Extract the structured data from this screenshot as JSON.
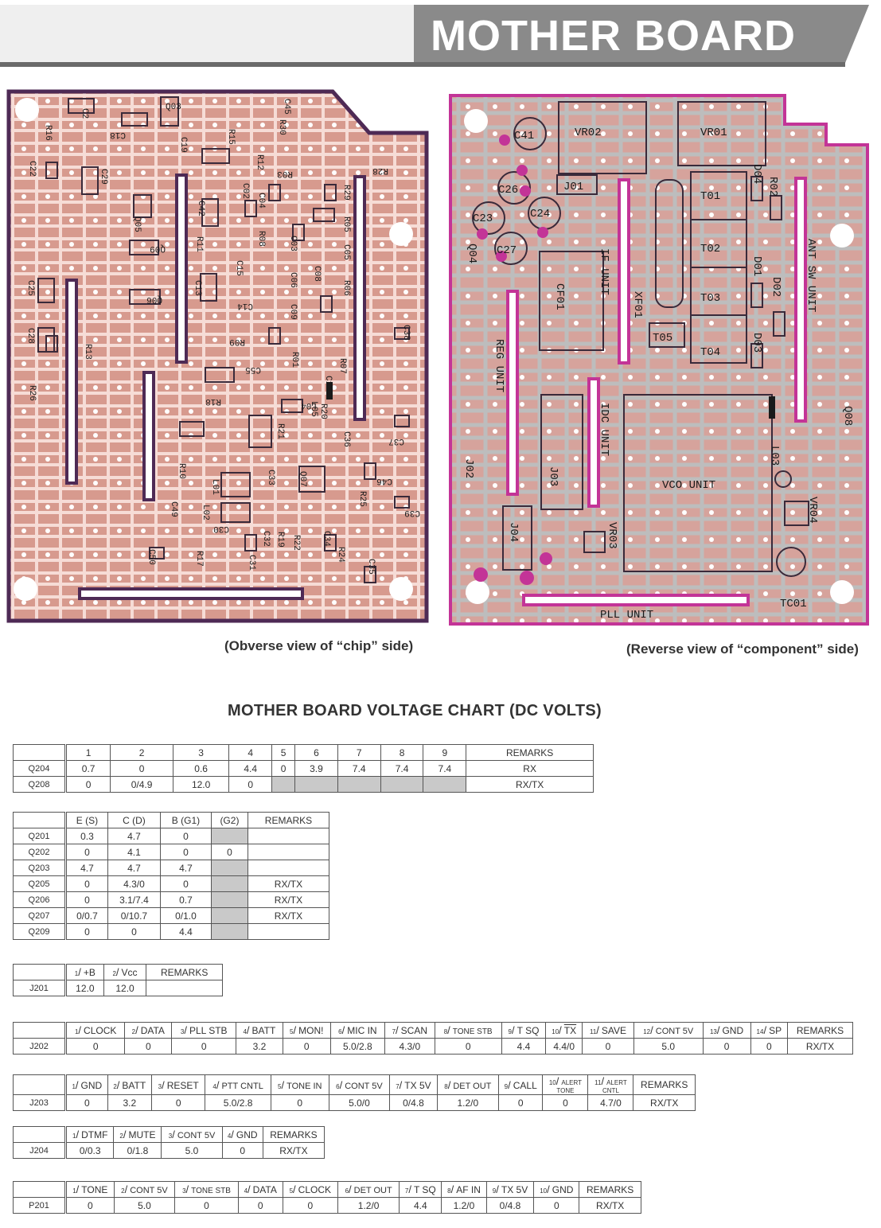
{
  "banner": {
    "title": "MOTHER BOARD"
  },
  "captions": {
    "obverse": "(Obverse view of “chip” side)",
    "reverse": "(Reverse view of “component” side)"
  },
  "reverse_board_labels": {
    "vr02": "VR02",
    "vr01": "VR01",
    "c41": "C41",
    "c26": "C26",
    "c23": "C23",
    "c24": "C24",
    "c27": "C27",
    "j01": "J01",
    "t01": "T01",
    "t02": "T02",
    "t03": "T03",
    "t04": "T04",
    "t05": "T05",
    "xf01": "XF01",
    "cf01": "CF01",
    "if_unit": "IF UNIT",
    "reg_unit": "REG UNIT",
    "idc_unit": "IDC UNIT",
    "ant_sw_unit": "ANT SW UNIT",
    "vco_unit": "VCO UNIT",
    "pll_unit": "PLL UNIT",
    "j02": "J02",
    "j03": "J03",
    "j04": "J04",
    "vr03": "VR03",
    "vr04": "VR04",
    "tc01": "TC01",
    "q04": "Q04",
    "q08": "Q08",
    "l03": "L03",
    "d04": "D04",
    "d01": "D01",
    "d02": "D02",
    "d03": "D03",
    "r02": "R02"
  },
  "obverse_board_labels": {
    "c2": "C2",
    "c18": "C18",
    "c19": "C19",
    "q03": "Q03",
    "r16": "R16",
    "c22": "C22",
    "c29": "C29",
    "c45": "C45",
    "c42": "C42",
    "r11": "R11",
    "c13": "C13",
    "c25": "C25",
    "c28": "C28",
    "r13": "R13",
    "r26": "R26",
    "q05": "Q05",
    "q09": "Q09",
    "q06": "Q06",
    "r28": "R28",
    "r29": "R29",
    "r05": "R05",
    "c05": "C05",
    "r06": "R06",
    "c38": "C38",
    "r01": "R01",
    "r07": "R07",
    "c16": "C16",
    "r20": "R20",
    "c36": "C36",
    "c37": "C37",
    "c46": "C46",
    "r25": "R25",
    "c39": "C39",
    "c34": "C34",
    "r24": "R24",
    "c35": "C35",
    "c32": "C32",
    "r22": "R22",
    "r19": "R19",
    "c31": "C31",
    "c30": "C30",
    "r17": "R17",
    "c50": "C50",
    "c49": "C49",
    "l02": "L02",
    "l01": "L01",
    "r10": "R10",
    "c33": "C33",
    "q07": "Q07",
    "r21": "R21",
    "l04": "L04",
    "l05": "L05",
    "r18": "R18",
    "c55": "C55",
    "r09": "R09",
    "c14": "C14",
    "c15": "C15",
    "r08": "R08",
    "c03": "C03",
    "c06": "C06",
    "c08": "C08",
    "c09": "C09",
    "c04": "C04",
    "c02": "C02",
    "r03": "R03",
    "r12": "R12",
    "r30": "R30",
    "r15": "R15"
  },
  "chart_title": "MOTHER BOARD VOLTAGE CHART (DC VOLTS)",
  "t1": {
    "headers": [
      "1",
      "2",
      "3",
      "4",
      "5",
      "6",
      "7",
      "8",
      "9",
      "REMARKS"
    ],
    "rows": [
      {
        "label": "Q204",
        "cells": [
          "0.7",
          "0",
          "0.6",
          "4.4",
          "0",
          "3.9",
          "7.4",
          "7.4",
          "7.4",
          "RX"
        ]
      },
      {
        "label": "Q208",
        "cells": [
          "0",
          "0/4.9",
          "12.0",
          "0",
          "",
          "",
          "",
          "",
          "",
          "RX/TX"
        ]
      }
    ]
  },
  "t2": {
    "headers": [
      "E (S)",
      "C (D)",
      "B (G1)",
      "(G2)",
      "REMARKS"
    ],
    "rows": [
      {
        "label": "Q201",
        "cells": [
          "0.3",
          "4.7",
          "0",
          "",
          ""
        ]
      },
      {
        "label": "Q202",
        "cells": [
          "0",
          "4.1",
          "0",
          "0",
          ""
        ]
      },
      {
        "label": "Q203",
        "cells": [
          "4.7",
          "4.7",
          "4.7",
          "",
          ""
        ]
      },
      {
        "label": "Q205",
        "cells": [
          "0",
          "4.3/0",
          "0",
          "",
          "RX/TX"
        ]
      },
      {
        "label": "Q206",
        "cells": [
          "0",
          "3.1/7.4",
          "0.7",
          "",
          "RX/TX"
        ]
      },
      {
        "label": "Q207",
        "cells": [
          "0/0.7",
          "0/10.7",
          "0/1.0",
          "",
          "RX/TX"
        ]
      },
      {
        "label": "Q209",
        "cells": [
          "0",
          "0",
          "4.4",
          "",
          ""
        ]
      }
    ]
  },
  "t3": {
    "headers": [
      "+B",
      "Vcc",
      "REMARKS"
    ],
    "pins": [
      "1",
      "2",
      ""
    ],
    "rows": [
      {
        "label": "J201",
        "cells": [
          "12.0",
          "12.0",
          ""
        ]
      }
    ]
  },
  "t4": {
    "headers": [
      "CLOCK",
      "DATA",
      "PLL STB",
      "BATT",
      "MON!",
      "MIC IN",
      "SCAN",
      "TONE STB",
      "T SQ",
      "TX",
      "SAVE",
      "CONT 5V",
      "GND",
      "SP",
      "REMARKS"
    ],
    "pins": [
      "1",
      "2",
      "3",
      "4",
      "5",
      "6",
      "7",
      "8",
      "9",
      "10",
      "11",
      "12",
      "13",
      "14",
      ""
    ],
    "rows": [
      {
        "label": "J202",
        "cells": [
          "0",
          "0",
          "0",
          "3.2",
          "0",
          "5.0/2.8",
          "4.3/0",
          "0",
          "4.4",
          "4.4/0",
          "0",
          "5.0",
          "0",
          "0",
          "RX/TX"
        ]
      }
    ]
  },
  "t5": {
    "headers": [
      "GND",
      "BATT",
      "RESET",
      "PTT CNTL",
      "TONE IN",
      "CONT 5V",
      "TX 5V",
      "DET OUT",
      "CALL",
      "ALERT TONE",
      "ALERT CNTL",
      "REMARKS"
    ],
    "pins": [
      "1",
      "2",
      "3",
      "4",
      "5",
      "6",
      "7",
      "8",
      "9",
      "10",
      "11",
      ""
    ],
    "rows": [
      {
        "label": "J203",
        "cells": [
          "0",
          "3.2",
          "0",
          "5.0/2.8",
          "0",
          "5.0/0",
          "0/4.8",
          "1.2/0",
          "0",
          "0",
          "4.7/0",
          "RX/TX"
        ]
      }
    ]
  },
  "t6": {
    "headers": [
      "DTMF",
      "MUTE",
      "CONT 5V",
      "GND",
      "REMARKS"
    ],
    "pins": [
      "1",
      "2",
      "3",
      "4",
      ""
    ],
    "rows": [
      {
        "label": "J204",
        "cells": [
          "0/0.3",
          "0/1.8",
          "5.0",
          "0",
          "RX/TX"
        ]
      }
    ]
  },
  "t7": {
    "headers": [
      "TONE",
      "CONT 5V",
      "TONE STB",
      "DATA",
      "CLOCK",
      "DET OUT",
      "T SQ",
      "AF IN",
      "TX 5V",
      "GND",
      "REMARKS"
    ],
    "pins": [
      "1",
      "2",
      "3",
      "4",
      "5",
      "6",
      "7",
      "8",
      "9",
      "10",
      ""
    ],
    "rows": [
      {
        "label": "P201",
        "cells": [
          "0",
          "5.0",
          "0",
          "0",
          "0",
          "1.2/0",
          "4.4",
          "1.2/0",
          "0/4.8",
          "0",
          "RX/TX"
        ]
      }
    ]
  }
}
